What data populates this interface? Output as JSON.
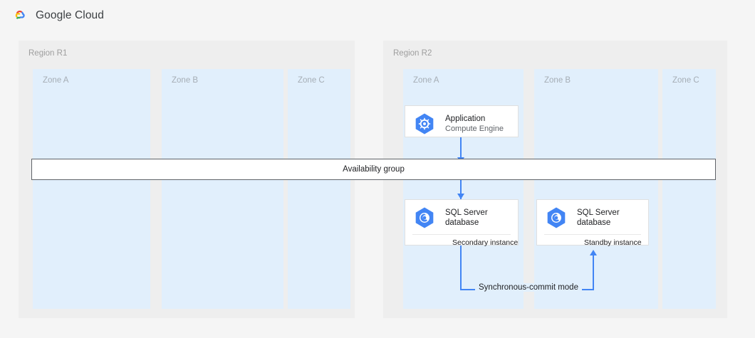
{
  "header": {
    "brand": "Google Cloud",
    "logo_icon": "google-cloud-logo-icon",
    "logo_colors": {
      "red": "#ea4335",
      "yellow": "#fbbc05",
      "green": "#34a853",
      "blue": "#4285f4"
    }
  },
  "colors": {
    "region_bg": "#eeeeee",
    "zone_bg": "#e1effc",
    "page_bg": "#f5f5f5",
    "card_bg": "#ffffff",
    "connector": "#4285f4",
    "icon_blue": "#4285f4",
    "bar_border": "#5f6368",
    "label_gray": "#9e9e9e",
    "text_dark": "#202124"
  },
  "regions": [
    {
      "label": "Region R1",
      "zones": [
        {
          "label": "Zone A"
        },
        {
          "label": "Zone B"
        },
        {
          "label": "Zone C"
        }
      ]
    },
    {
      "label": "Region R2",
      "zones": [
        {
          "label": "Zone A"
        },
        {
          "label": "Zone B"
        },
        {
          "label": "Zone C"
        }
      ]
    }
  ],
  "cards": [
    {
      "title": "Application",
      "subtitle": "Compute Engine",
      "footer": "",
      "icon": "compute-engine-icon"
    },
    {
      "title": "SQL Server\ndatabase",
      "subtitle": "",
      "footer": "Secondary instance",
      "icon": "sql-server-database-icon"
    },
    {
      "title": "SQL Server\ndatabase",
      "subtitle": "",
      "footer": "Standby instance",
      "icon": "sql-server-database-icon"
    }
  ],
  "availability_group": {
    "label": "Availability group"
  },
  "edges": [
    {
      "label": "Synchronous-commit mode"
    }
  ]
}
